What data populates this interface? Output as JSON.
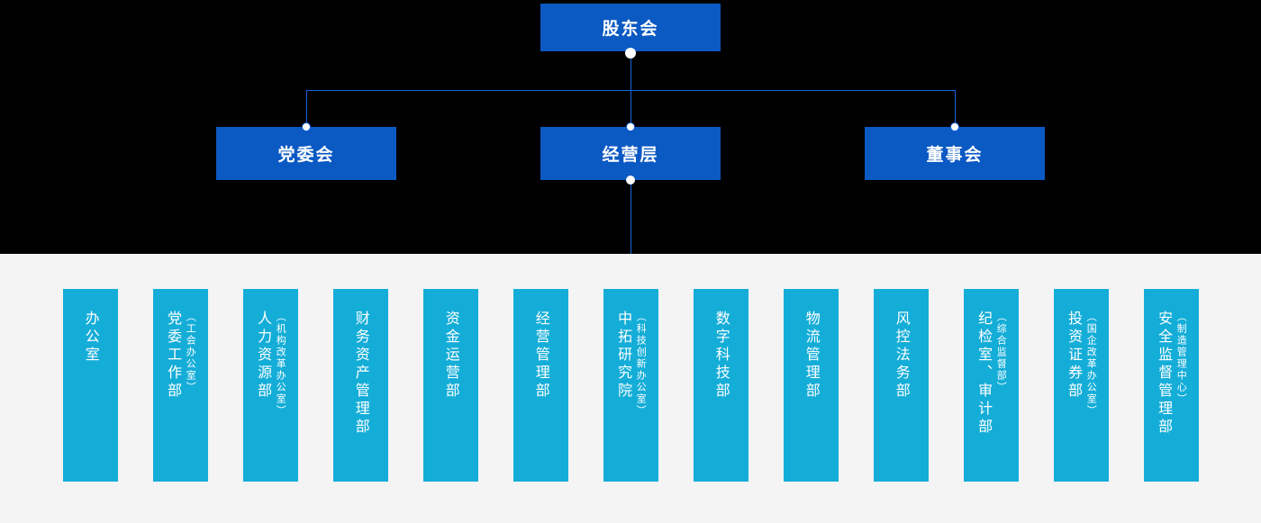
{
  "colors": {
    "canvas_top_bg": "#000000",
    "canvas_bottom_bg": "#f4f4f5",
    "node_blue": "#0b59c3",
    "connector_blue": "#1565e0",
    "dept_cyan": "#14add8",
    "text_white": "#ffffff"
  },
  "org_chart": {
    "root": {
      "label": "股东会"
    },
    "level2": [
      {
        "label": "党委会"
      },
      {
        "label": "经营层"
      },
      {
        "label": "董事会"
      }
    ],
    "departments_parent": "经营层",
    "departments": [
      {
        "label": "办公室",
        "sublabel": ""
      },
      {
        "label": "党委工作部",
        "sublabel": "（工会办公室）"
      },
      {
        "label": "人力资源部",
        "sublabel": "（机构改革办公室）"
      },
      {
        "label": "财务资产管理部",
        "sublabel": ""
      },
      {
        "label": "资金运营部",
        "sublabel": ""
      },
      {
        "label": "经营管理部",
        "sublabel": ""
      },
      {
        "label": "中拓研究院",
        "sublabel": "（科技创新办公室）"
      },
      {
        "label": "数字科技部",
        "sublabel": ""
      },
      {
        "label": "物流管理部",
        "sublabel": ""
      },
      {
        "label": "风控法务部",
        "sublabel": ""
      },
      {
        "label": "纪检室、审计部",
        "sublabel": "（综合监督部）"
      },
      {
        "label": "投资证券部",
        "sublabel": "（国企改革办公室）"
      },
      {
        "label": "安全监督管理部",
        "sublabel": "（制造管理中心）"
      }
    ]
  }
}
